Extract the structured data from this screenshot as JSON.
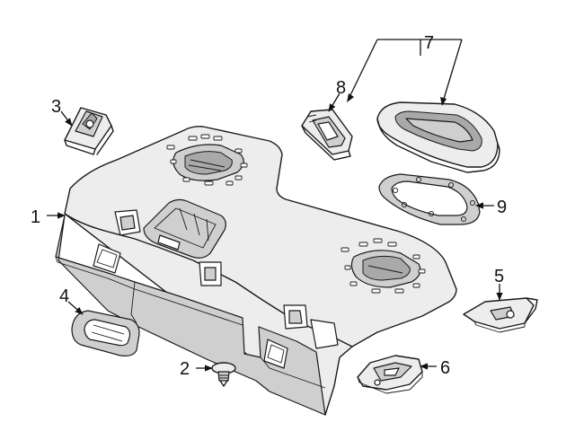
{
  "callouts": [
    {
      "id": "1",
      "label": "1"
    },
    {
      "id": "2",
      "label": "2"
    },
    {
      "id": "3",
      "label": "3"
    },
    {
      "id": "4",
      "label": "4"
    },
    {
      "id": "5",
      "label": "5"
    },
    {
      "id": "6",
      "label": "6"
    },
    {
      "id": "7",
      "label": "7"
    },
    {
      "id": "8",
      "label": "8"
    },
    {
      "id": "9",
      "label": "9"
    }
  ],
  "colors": {
    "line": "#1a1a1a",
    "shade_light": "#ededed",
    "shade_mid": "#cfcfcf",
    "shade_dark": "#a9a9a9"
  }
}
